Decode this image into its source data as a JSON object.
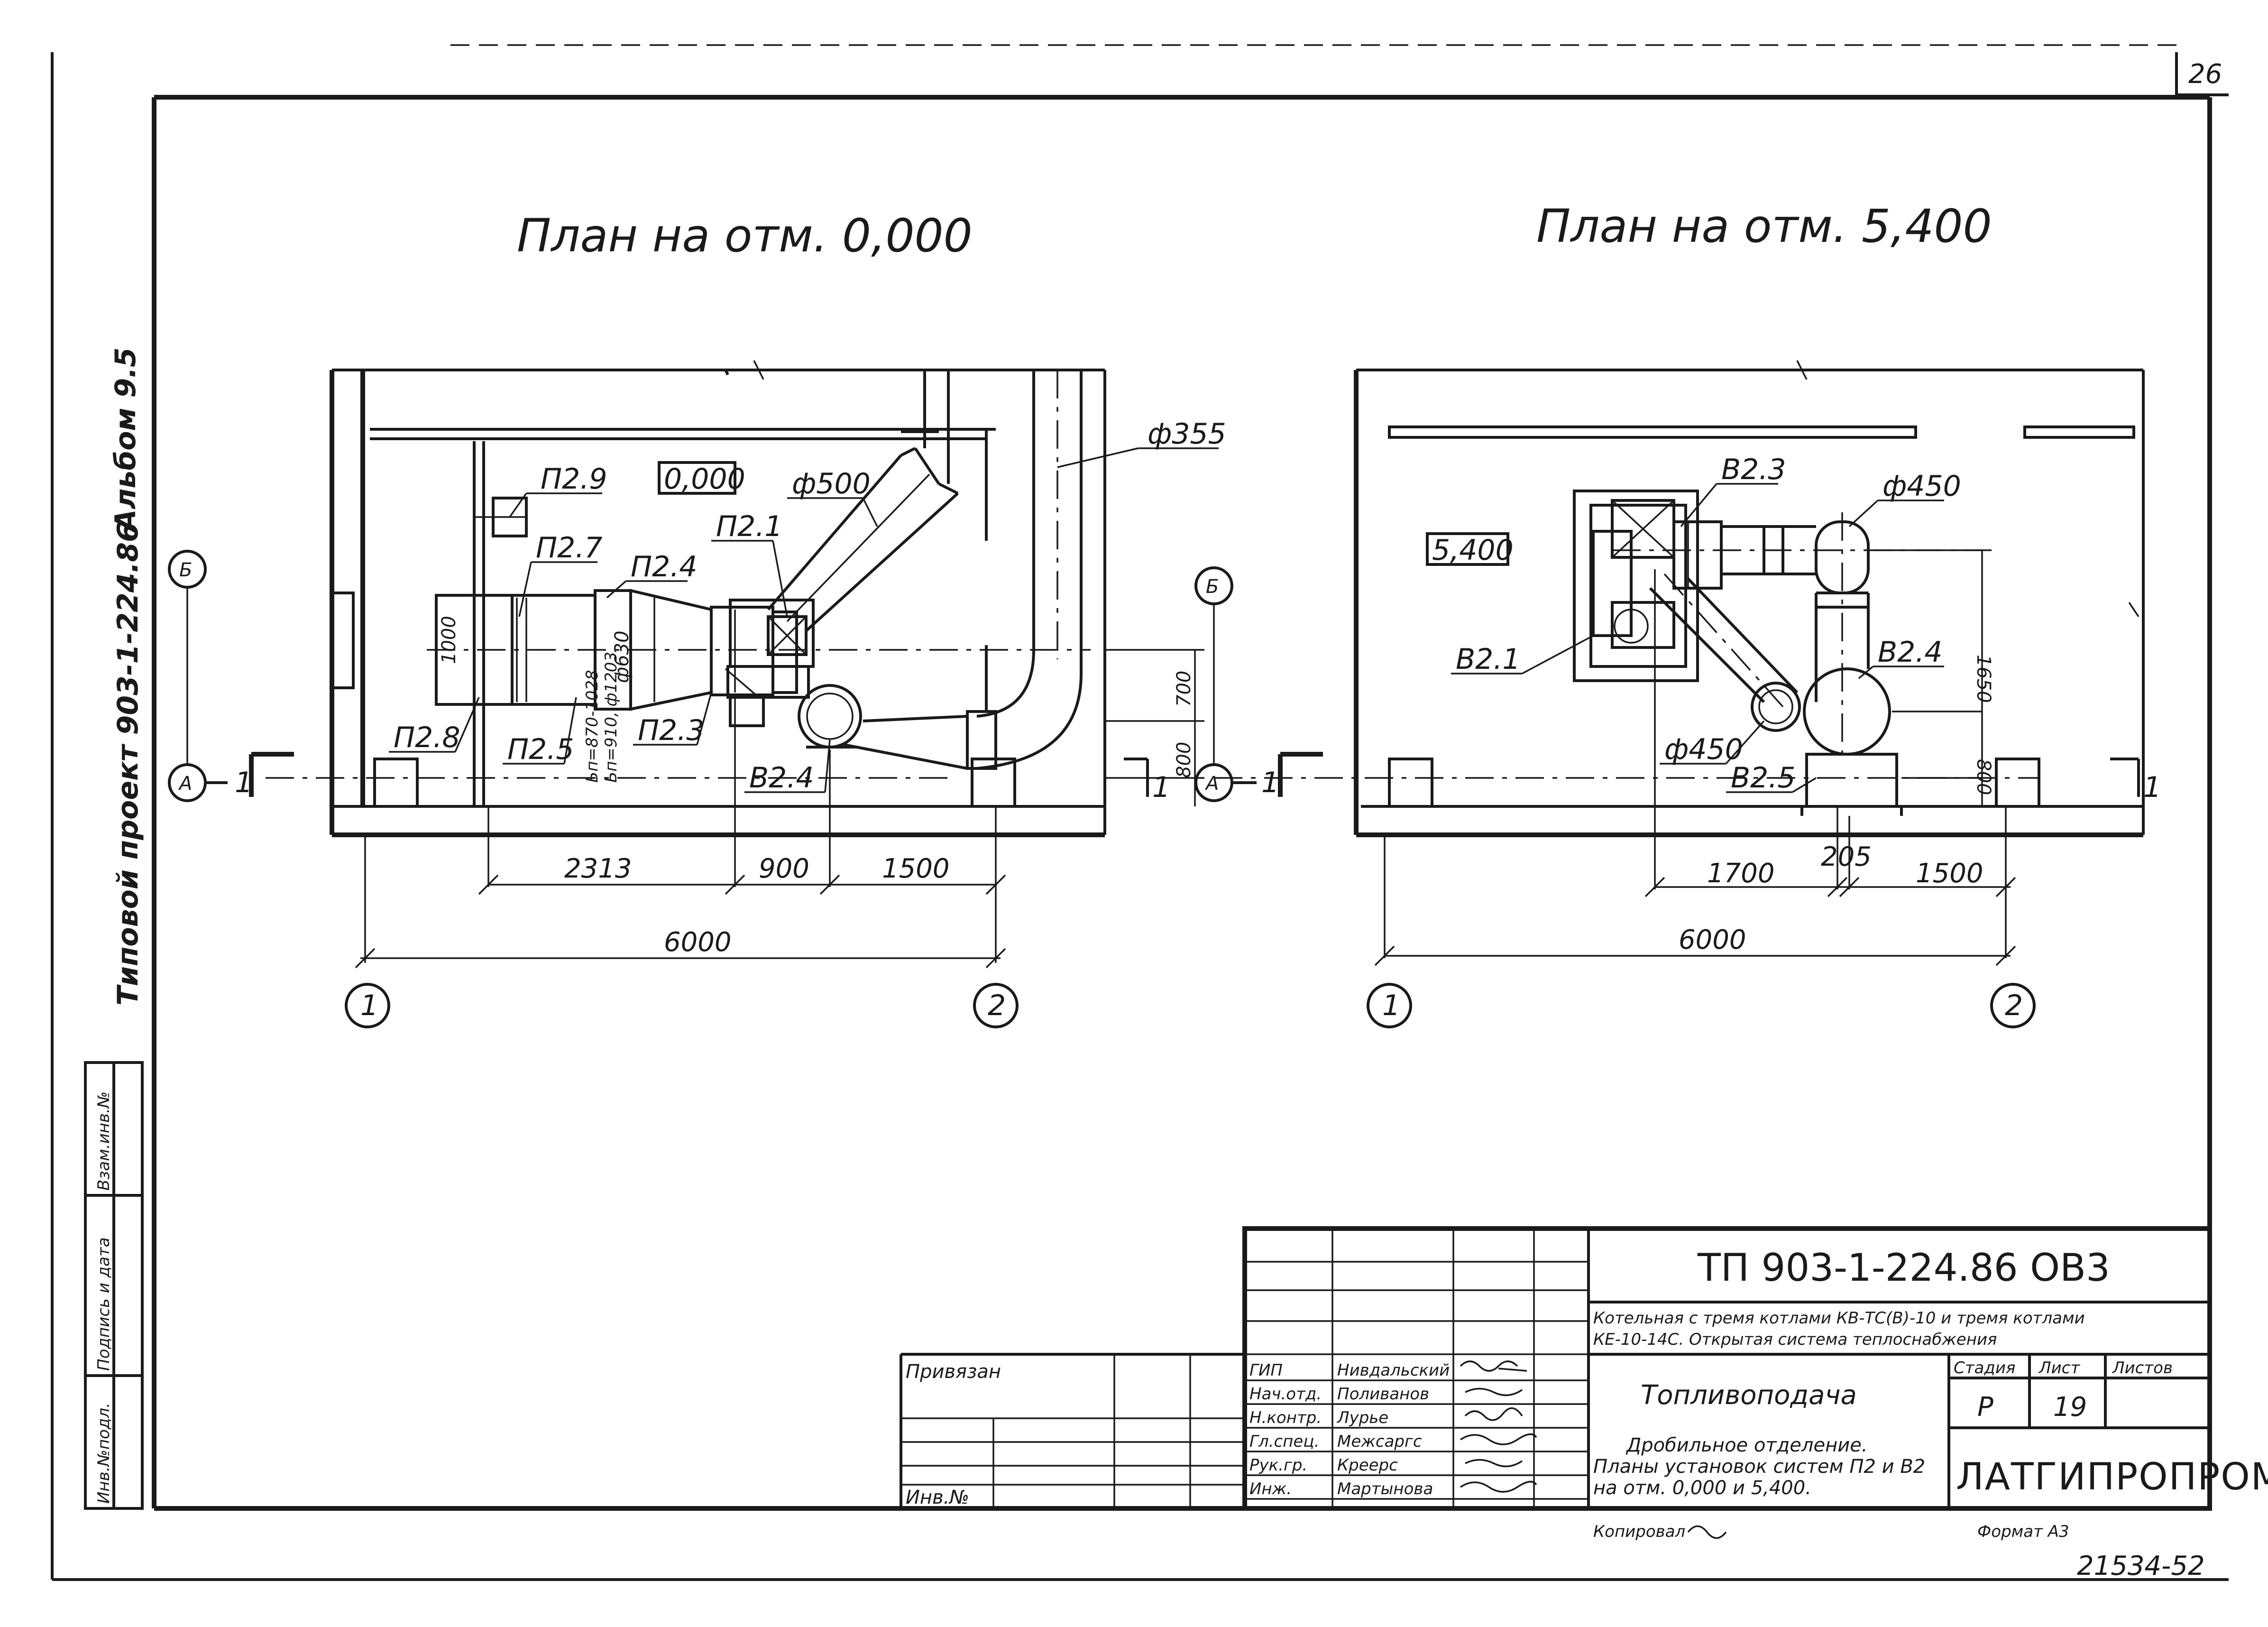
{
  "sheet": {
    "page_number": "26",
    "album": "Альбом 9.5",
    "project": "Типовой проект 903-1-224.86"
  },
  "plan_left": {
    "title": "План на отм. 0,000",
    "level_mark": "0,000",
    "labels": {
      "p29": "П2.9",
      "p27": "П2.7",
      "p24": "П2.4",
      "p21": "П2.1",
      "p28": "П2.8",
      "p25": "П2.5",
      "p23": "П2.3",
      "b24": "В2.4",
      "d500": "ф500",
      "d355": "ф355",
      "d630": "ф630",
      "h1000": "1000",
      "notes1": "Ьп=870-1028",
      "notes2": "Ьп=910,·ф1203"
    },
    "dims": {
      "d1": "2313",
      "d2": "900",
      "d3": "1500",
      "total": "6000",
      "v1": "700",
      "v2": "800"
    },
    "axes": {
      "a1": "1",
      "a2": "2",
      "rA": "А",
      "rB": "Б",
      "sec": "1"
    }
  },
  "plan_right": {
    "title": "План на отм. 5,400",
    "level_mark": "5,400",
    "labels": {
      "b23": "В2.3",
      "d450a": "ф450",
      "b21": "В2.1",
      "b24": "В2.4",
      "d450b": "ф450",
      "b25": "В2.5"
    },
    "dims": {
      "d1": "1700",
      "d2": "205",
      "d3": "1500",
      "total": "6000",
      "v1": "1650",
      "v2": "800"
    },
    "axes": {
      "a1": "1",
      "a2": "2",
      "rB": "Б",
      "rA": "А",
      "sec": "1"
    }
  },
  "side_stamp": {
    "c1": "Инв.№подл.",
    "c2": "Подпись и дата",
    "c3": "Взам.инв.№"
  },
  "title_block": {
    "code": "ТП 903-1-224.86  ОВ3",
    "desc1": "Котельная с тремя котлами КВ-ТС(В)-10 и тремя котлами",
    "desc2": "КЕ-10-14С. Открытая система теплоснабжения",
    "privyazan": "Привязан",
    "inv": "Инв.№",
    "roles": [
      "ГИП",
      "Нач.отд.",
      "Н.контр.",
      "Гл.спец.",
      "Рук.гр.",
      "Инж."
    ],
    "names": [
      "Нивдальский",
      "Поливанов",
      "Лурье",
      "Межсаргс",
      "Креерс",
      "Мартынова"
    ],
    "object": "Топливоподача",
    "sheet_title1": "Дробильное отделение.",
    "sheet_title2": "Планы установок систем П2 и В2",
    "sheet_title3": "на отм. 0,000 и 5,400.",
    "h_stage": "Стадия",
    "h_list": "Лист",
    "h_lists": "Листов",
    "stage": "Р",
    "list_no": "19",
    "org": "ЛАТГИПРОПРОМ",
    "copied": "Копировал",
    "format": "Формат А3",
    "inv_no": "21534-52"
  }
}
